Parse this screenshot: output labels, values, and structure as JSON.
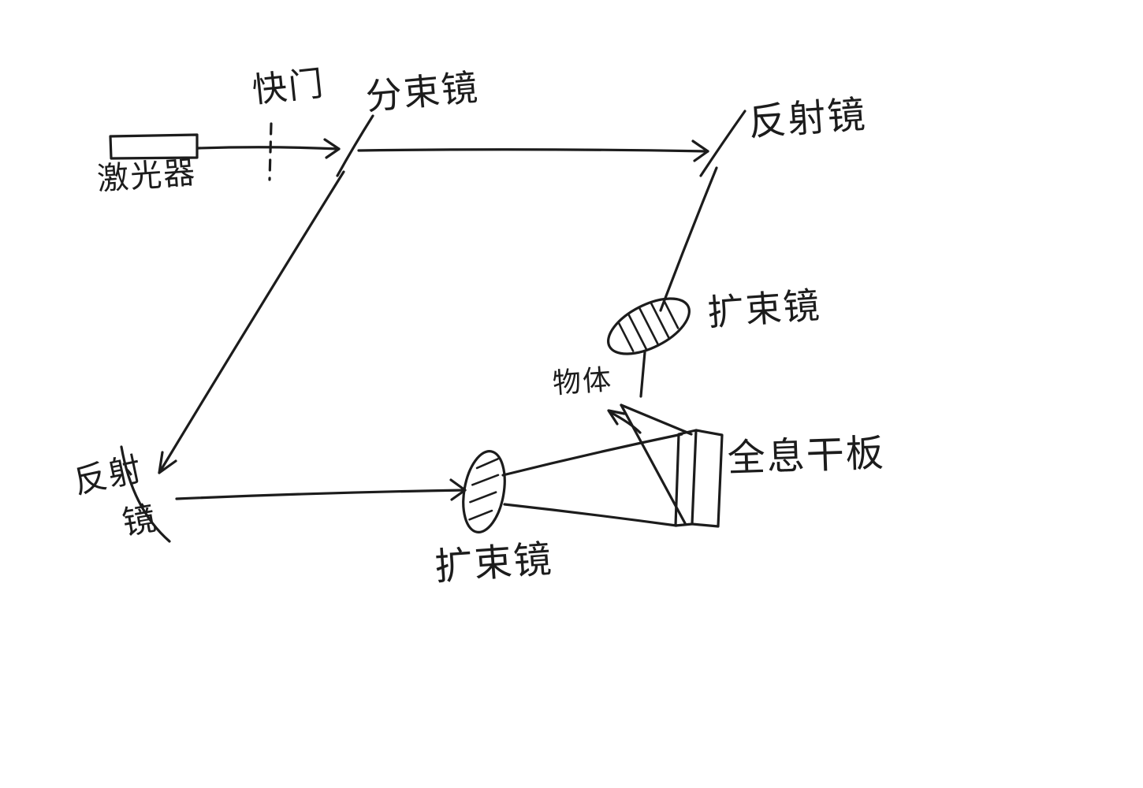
{
  "labels": {
    "laser": "激光器",
    "shutter": "快门",
    "beam_splitter": "分束镜",
    "mirror_top": "反射镜",
    "expander_top": "扩束镜",
    "object": "物体",
    "holographic_plate": "全息干板",
    "mirror_bottom_line1": "反射",
    "mirror_bottom_line2": "镜",
    "expander_bottom": "扩束镜"
  },
  "colors": {
    "ink": "#1c1c1c",
    "background": "#ffffff"
  }
}
